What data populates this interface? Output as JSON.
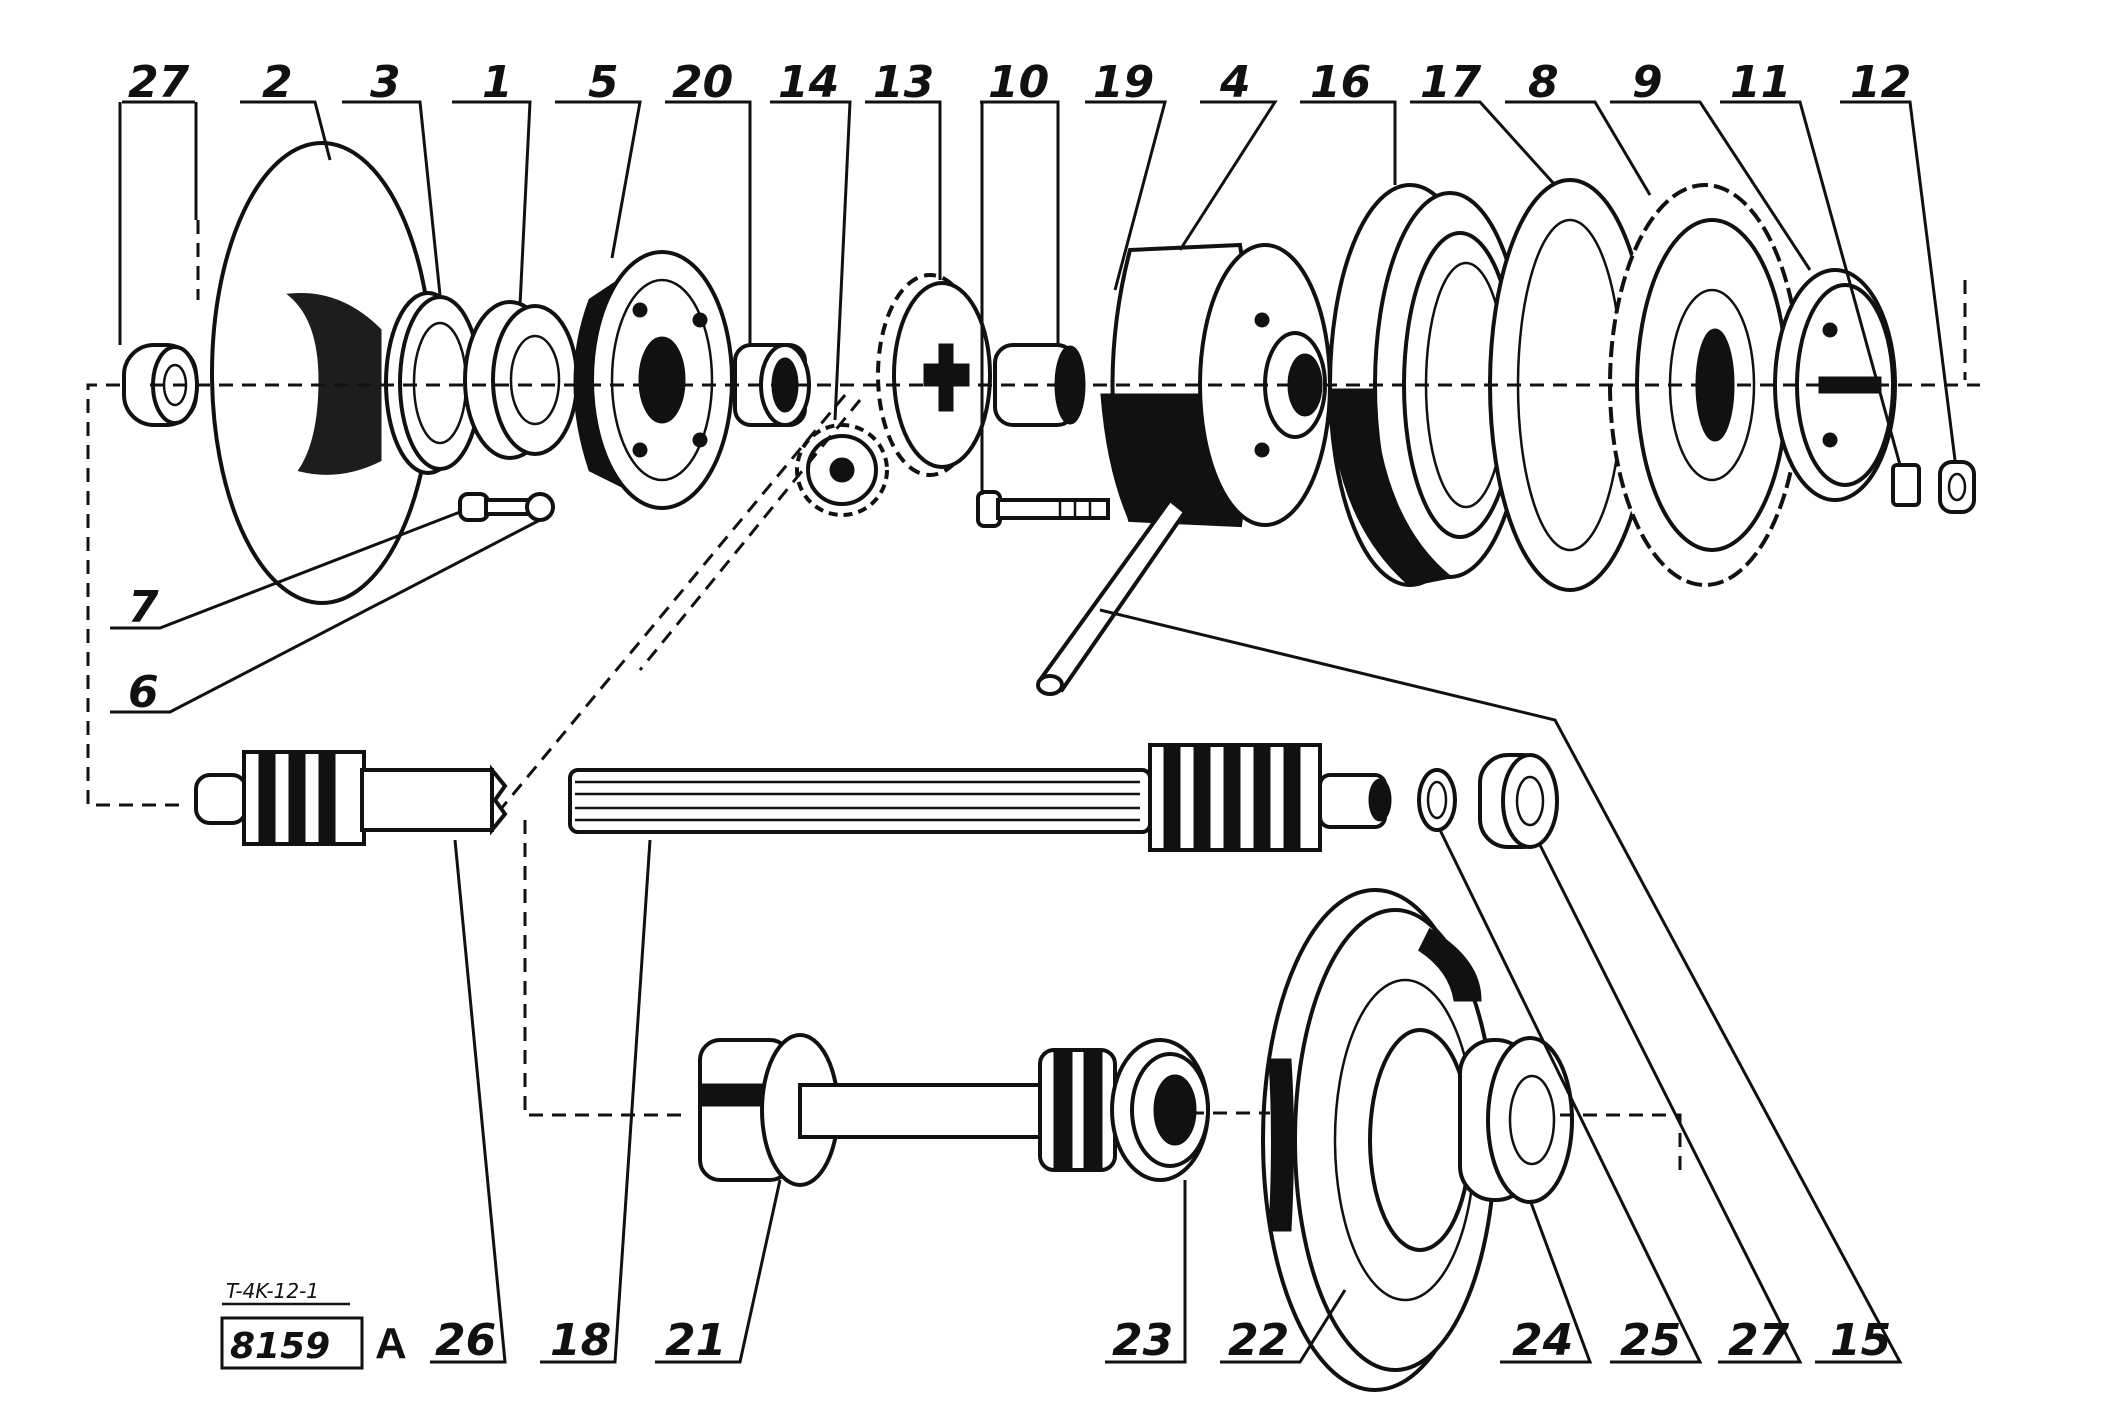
{
  "labels_top": [
    "27",
    "2",
    "3",
    "1",
    "5",
    "20",
    "14",
    "13",
    "10",
    "19",
    "4",
    "16",
    "17",
    "8",
    "9",
    "11",
    "12"
  ],
  "labels_left": [
    "7",
    "6"
  ],
  "labels_bottom": [
    "26",
    "18",
    "21",
    "23",
    "22",
    "24",
    "25",
    "27",
    "15"
  ],
  "drawing_ref": "T-4K-12-1",
  "drawing_code": "8159",
  "drawing_suffix": "A"
}
